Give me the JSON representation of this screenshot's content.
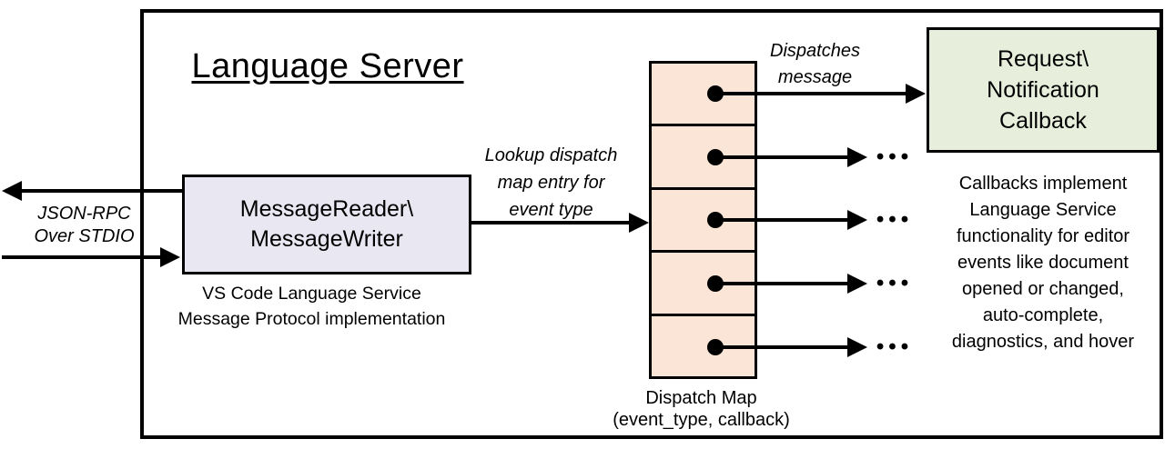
{
  "diagram": {
    "title": "Language Server",
    "io_label": "JSON-RPC\nOver STDIO",
    "message_reader": {
      "label": "MessageReader\\\nMessageWriter",
      "caption": "VS Code Language Service\nMessage Protocol implementation"
    },
    "lookup_label": "Lookup dispatch\nmap entry for\nevent type",
    "dispatches_label": "Dispatches\nmessage",
    "dispatch_map": {
      "caption": "Dispatch Map\n(event_type, callback)",
      "row_count": 5,
      "ellipsis": "•••"
    },
    "callback_box": {
      "label": "Request\\\nNotification\nCallback",
      "caption": "Callbacks implement\nLanguage Service\nfunctionality for editor\nevents like document\nopened or changed,\nauto-complete,\ndiagnostics, and hover"
    },
    "colors": {
      "reader_fill": "#e9e8f2",
      "dispatch_map_fill": "#fbe5d6",
      "callback_fill": "#e7efdc",
      "line": "#000000",
      "background": "#ffffff"
    }
  }
}
